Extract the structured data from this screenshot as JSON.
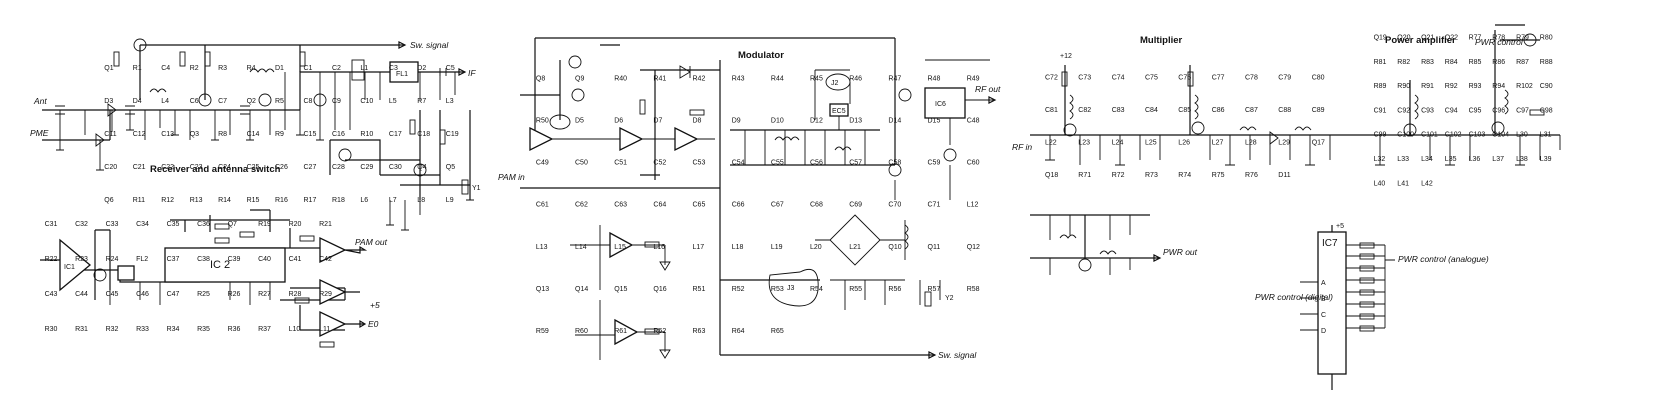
{
  "sections": {
    "receiver": "Receiver and antenna switch",
    "modulator": "Modulator",
    "multiplier": "Multiplier",
    "power_amplifier": "Power amplifier"
  },
  "blocks": {
    "ic1": "IC1",
    "ic2": "IC 2",
    "ic6": "IC6",
    "ic7": "IC7",
    "fl1": "FL1",
    "ec5": "EC5",
    "j2": "J2",
    "j3": "J3"
  },
  "signals": {
    "sw_signal_top": "Sw. signal",
    "sw_signal_bottom": "Sw. signal",
    "if_out": "IF",
    "ant": "Ant",
    "pme": "PME",
    "pam_out": "PAM out",
    "e0": "E0",
    "plus5_a": "+5",
    "pam_in": "PAM in",
    "rf_out": "RF out",
    "y1": "Y1",
    "y2": "Y2",
    "rf_in": "RF in",
    "pwr_out": "PWR out",
    "pwr_control_top": "PWR control",
    "pwr_control_analogue": "PWR control (analogue)",
    "pwr_control_digital": "PWR control (digital)",
    "plus5_ic7": "+5",
    "supply_12": "+12"
  },
  "ic7_inputs": [
    "A",
    "B",
    "C",
    "D"
  ],
  "component_labels": {
    "receiver": [
      "Q1",
      "R1",
      "C4",
      "R2",
      "R3",
      "R4",
      "D1",
      "C1",
      "C2",
      "L1",
      "C3",
      "D2",
      "C5",
      "D3",
      "D4",
      "L4",
      "C6",
      "C7",
      "Q2",
      "R5",
      "C8",
      "C9",
      "C10",
      "L5",
      "R7",
      "L3",
      "C11",
      "C12",
      "C13",
      "Q3",
      "R8",
      "C14",
      "R9",
      "C15",
      "C16",
      "R10",
      "C17",
      "C18",
      "C19",
      "C20",
      "C21",
      "C22",
      "C23",
      "C24",
      "C25",
      "C26",
      "C27",
      "C28",
      "C29",
      "C30",
      "Q4",
      "Q5",
      "Q6",
      "R11",
      "R12",
      "R13",
      "R14",
      "R15",
      "R16",
      "R17",
      "R18",
      "L6",
      "L7",
      "L8",
      "L9"
    ],
    "lower_left": [
      "C31",
      "C32",
      "C33",
      "C34",
      "C35",
      "C36",
      "Q7",
      "R19",
      "R20",
      "R21",
      "R22",
      "R23",
      "R24",
      "FL2",
      "C37",
      "C38",
      "C39",
      "C40",
      "C41",
      "C42",
      "C43",
      "C44",
      "C45",
      "C46",
      "C47",
      "R25",
      "R26",
      "R27",
      "R28",
      "R29",
      "R30",
      "R31",
      "R32",
      "R33",
      "R34",
      "R35",
      "R36",
      "R37",
      "L10",
      "L11"
    ],
    "modulator": [
      "Q8",
      "Q9",
      "R40",
      "R41",
      "R42",
      "R43",
      "R44",
      "R45",
      "R46",
      "R47",
      "R48",
      "R49",
      "R50",
      "D5",
      "D6",
      "D7",
      "D8",
      "D9",
      "D10",
      "D12",
      "D13",
      "D14",
      "D15",
      "C48",
      "C49",
      "C50",
      "C51",
      "C52",
      "C53",
      "C54",
      "C55",
      "C56",
      "C57",
      "C58",
      "C59",
      "C60",
      "C61",
      "C62",
      "C63",
      "C64",
      "C65",
      "C66",
      "C67",
      "C68",
      "C69",
      "C70",
      "C71",
      "L12",
      "L13",
      "L14",
      "L15",
      "L16",
      "L17",
      "L18",
      "L19",
      "L20",
      "L21",
      "Q10",
      "Q11",
      "Q12",
      "Q13",
      "Q14",
      "Q15",
      "Q16",
      "R51",
      "R52",
      "R53",
      "R54",
      "R55",
      "R56",
      "R57",
      "R58",
      "R59",
      "R60",
      "R61",
      "R62",
      "R63",
      "R64",
      "R65"
    ],
    "multiplier": [
      "C72",
      "C73",
      "C74",
      "C75",
      "C76",
      "C77",
      "C78",
      "C79",
      "C80",
      "C81",
      "C82",
      "C83",
      "C84",
      "C85",
      "C86",
      "C87",
      "C88",
      "C89",
      "L22",
      "L23",
      "L24",
      "L25",
      "L26",
      "L27",
      "L28",
      "L29",
      "Q17",
      "Q18",
      "R71",
      "R72",
      "R73",
      "R74",
      "R75",
      "R76",
      "D11"
    ],
    "power_amp": [
      "Q19",
      "Q20",
      "Q21",
      "Q22",
      "R77",
      "R78",
      "R79",
      "R80",
      "R81",
      "R82",
      "R83",
      "R84",
      "R85",
      "R86",
      "R87",
      "R88",
      "R89",
      "R90",
      "R91",
      "R92",
      "R93",
      "R94",
      "R102",
      "C90",
      "C91",
      "C92",
      "C93",
      "C94",
      "C95",
      "C96",
      "C97",
      "C98",
      "C99",
      "C100",
      "C101",
      "C102",
      "C103",
      "C104",
      "L30",
      "L31",
      "L32",
      "L33",
      "L34",
      "L35",
      "L36",
      "L37",
      "L38",
      "L39",
      "L40",
      "L41",
      "L42"
    ]
  },
  "colors": {
    "ink": "#111111",
    "paper": "#ffffff"
  }
}
